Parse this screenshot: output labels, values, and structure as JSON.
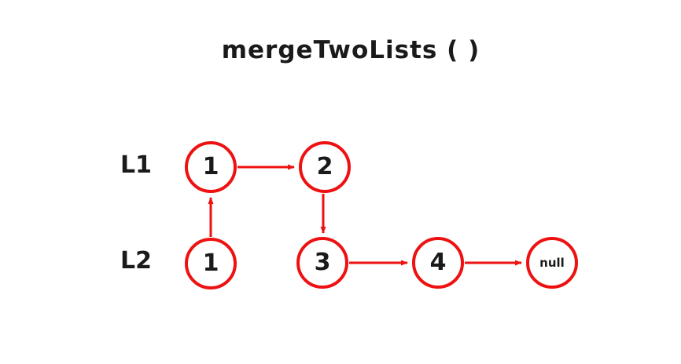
{
  "title": "mergeTwoLists ( )",
  "colors": {
    "accent_red": "#ee1111",
    "text_black": "#1a1a1a",
    "background": "#ffffff"
  },
  "lists": {
    "l1": {
      "label": "L1",
      "nodes": [
        {
          "value": "1"
        },
        {
          "value": "2"
        }
      ]
    },
    "l2": {
      "label": "L2",
      "nodes": [
        {
          "value": "1"
        },
        {
          "value": "3"
        },
        {
          "value": "4"
        },
        {
          "value": "null"
        }
      ]
    }
  },
  "edges": [
    {
      "from": "L1 node 1",
      "to": "L1 node 2",
      "direction": "right"
    },
    {
      "from": "L2 node 1",
      "to": "L1 node 1",
      "direction": "up"
    },
    {
      "from": "L1 node 2",
      "to": "L2 node 3",
      "direction": "down"
    },
    {
      "from": "L2 node 3",
      "to": "L2 node 4",
      "direction": "right"
    },
    {
      "from": "L2 node 4",
      "to": "L2 node null",
      "direction": "right"
    }
  ]
}
